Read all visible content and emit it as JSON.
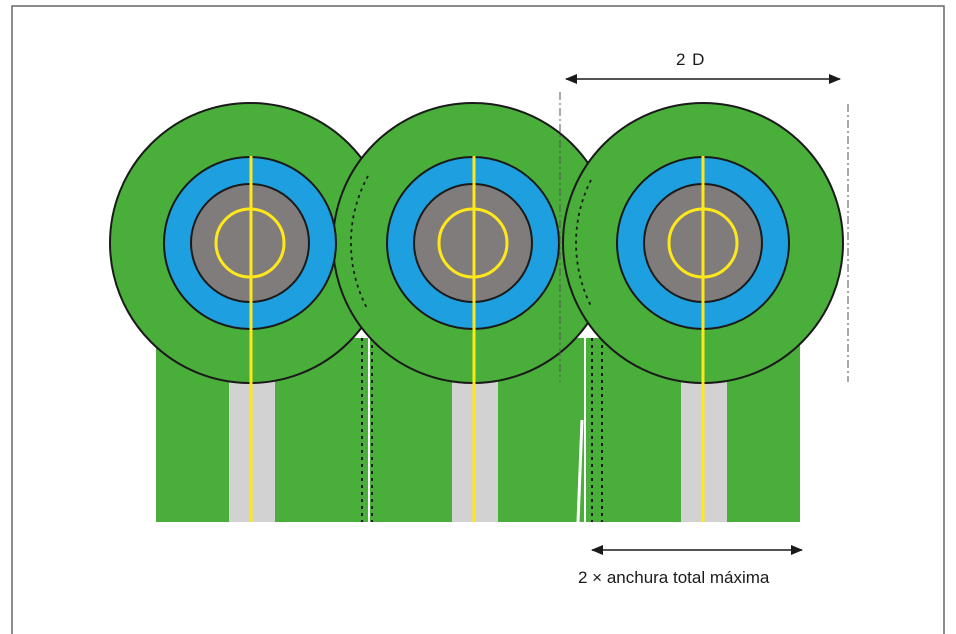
{
  "labels": {
    "top_dimension": "2 D",
    "bottom_dimension": "2 × anchura total máxima"
  },
  "colors": {
    "background": "#ffffff",
    "frame": "#666666",
    "green": "#4aae3a",
    "blue": "#1ea0e0",
    "gray": "#807c7c",
    "yellow": "#ffe81a",
    "stripe": "#d2d2d2",
    "outline": "#1a1a1a"
  },
  "units_count": 3
}
